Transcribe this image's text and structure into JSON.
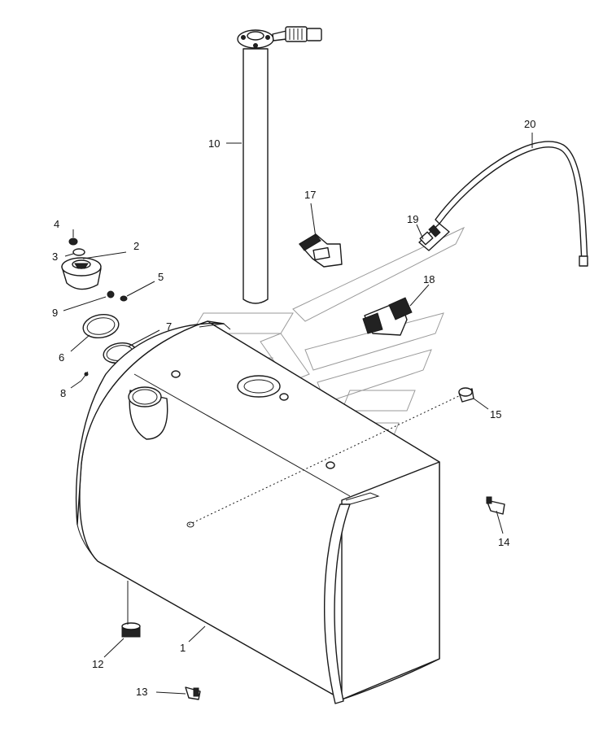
{
  "callouts": {
    "c1": "1",
    "c2": "2",
    "c3": "3",
    "c4": "4",
    "c5": "5",
    "c6": "6",
    "c7": "7",
    "c8": "8",
    "c9": "9",
    "c10": "10",
    "c12": "12",
    "c13": "13",
    "c14": "14",
    "c15": "15",
    "c17": "17",
    "c18": "18",
    "c19": "19",
    "c20": "20"
  }
}
